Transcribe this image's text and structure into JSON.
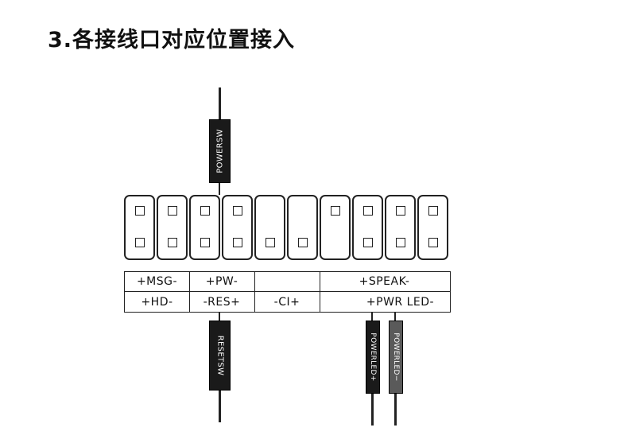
{
  "title": "3.各接线口对应位置接入",
  "header": {
    "columns": [
      {
        "top_pin": true,
        "bottom_pin": true
      },
      {
        "top_pin": true,
        "bottom_pin": true
      },
      {
        "top_pin": true,
        "bottom_pin": true
      },
      {
        "top_pin": true,
        "bottom_pin": true
      },
      {
        "top_pin": false,
        "bottom_pin": true
      },
      {
        "top_pin": false,
        "bottom_pin": true
      },
      {
        "top_pin": true,
        "bottom_pin": false
      },
      {
        "top_pin": true,
        "bottom_pin": true
      },
      {
        "top_pin": true,
        "bottom_pin": true
      },
      {
        "top_pin": true,
        "bottom_pin": true
      }
    ]
  },
  "labels": {
    "row1": {
      "msg": "+MSG-",
      "pw": "+PW-",
      "ci_blank": "",
      "speak": "+SPEAK-"
    },
    "row2": {
      "hd": "+HD-",
      "res": "-RES+",
      "ci": "-CI+",
      "pwr_led": "+PWR LED-"
    }
  },
  "connectors": {
    "power_sw": "POWERSW",
    "reset_sw": "RESETSW",
    "power_led_plus": "POWERLED+",
    "power_led_minus": "POWERLED−"
  },
  "colors": {
    "connector_dark": "#1a1a1a",
    "connector_gray": "#5a5a5a",
    "outline": "#222222"
  }
}
